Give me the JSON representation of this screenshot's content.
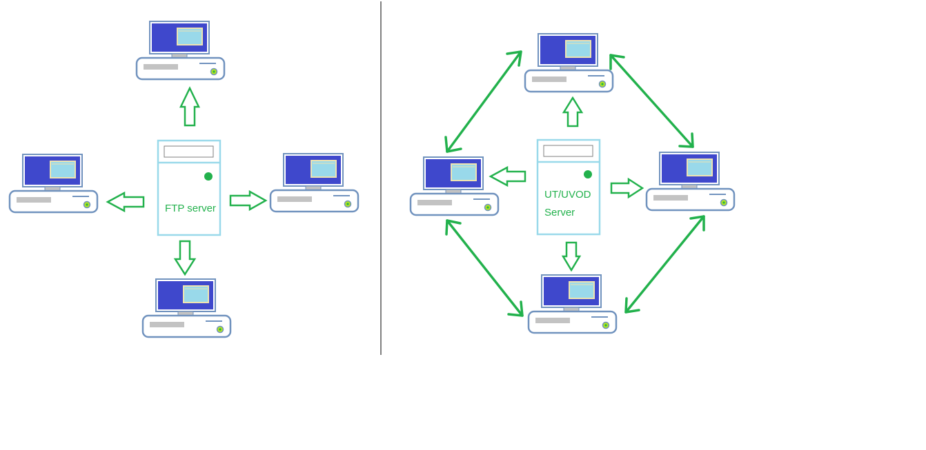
{
  "diagram": {
    "left_panel": {
      "server_label": "FTP server"
    },
    "right_panel": {
      "server_label_line1": "UT/UVOD",
      "server_label_line2": "Server"
    }
  },
  "colors": {
    "arrow_green": "#22b14c",
    "label_green": "#22b14c",
    "monitor_screen": "#3f48cc",
    "monitor_window": "#99d9ea",
    "monitor_frame": "#7092be",
    "window_border": "#efe4b0",
    "case_outline": "#7092be",
    "drive_bar": "#c3c3c3",
    "power_light": "#b5e61d",
    "server_outline": "#99d9ea",
    "server_led": "#22b14c",
    "divider": "#7f7f7f"
  },
  "icons": [
    "computer-icon",
    "server-icon",
    "arrow-icon"
  ]
}
